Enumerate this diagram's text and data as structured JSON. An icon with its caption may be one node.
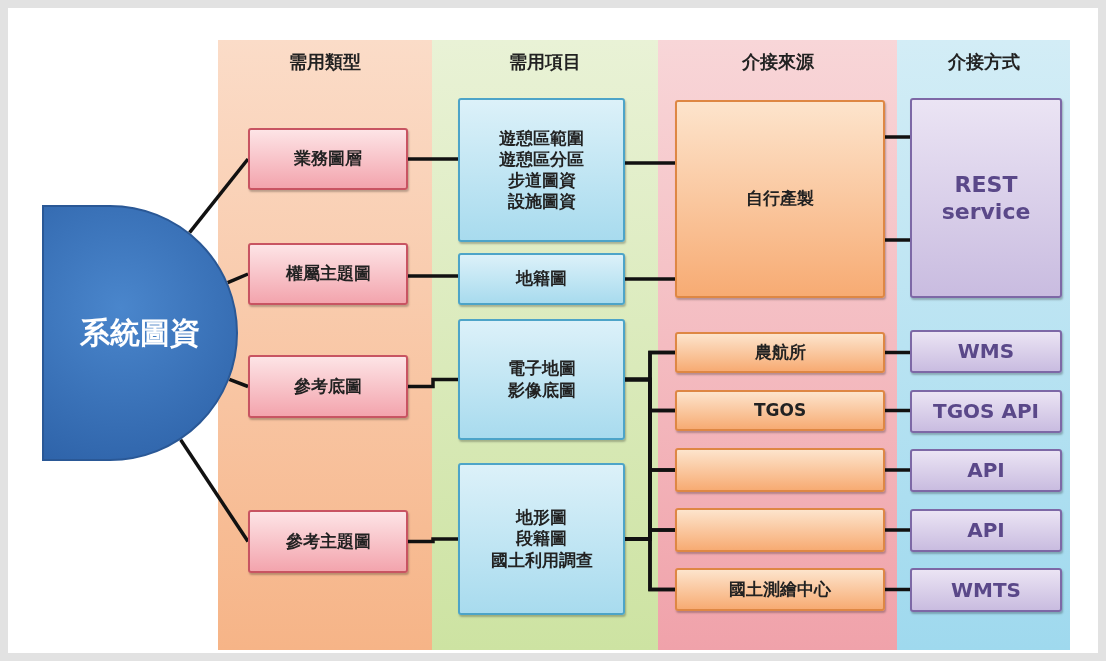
{
  "diagram": {
    "nodes": [
      {
        "text": [
          "系統圖資"
        ]
      },
      {
        "text": [
          "需用類型"
        ]
      },
      {
        "text": [
          "業務圖層"
        ],
        "in": 1
      },
      {
        "text": [
          "權屬主題圖"
        ],
        "in": 1
      },
      {
        "text": [
          "參考底圖"
        ],
        "in": 1
      },
      {
        "text": [
          "參考主題圖"
        ],
        "in": 1
      },
      {
        "text": [
          "需用項目"
        ]
      },
      {
        "text": [
          "遊憩區範圍",
          "遊憩區分區",
          "步道圖資",
          "設施圖資"
        ],
        "in": 6
      },
      {
        "text": [
          "地籍圖"
        ],
        "in": 6
      },
      {
        "text": [
          "電子地圖",
          "影像底圖"
        ],
        "in": 6
      },
      {
        "text": [
          "地形圖",
          "段籍圖",
          "國土利用調查"
        ],
        "in": 6
      },
      {
        "text": [
          "介接來源"
        ]
      },
      {
        "text": [
          "自行產製"
        ],
        "in": 11
      },
      {
        "text": [
          "農航所"
        ],
        "in": 11
      },
      {
        "text": [
          "TGOS"
        ],
        "in": 11
      },
      {
        "text": [],
        "shape": "box",
        "in": 11
      },
      {
        "text": [],
        "shape": "box",
        "in": 11
      },
      {
        "text": [
          "國土測繪中心"
        ],
        "in": 11
      },
      {
        "text": [
          "介接方式"
        ]
      },
      {
        "text": [
          "REST service"
        ],
        "in": 18
      },
      {
        "text": [
          "WMS"
        ],
        "in": 18
      },
      {
        "text": [
          "TGOS API"
        ],
        "in": 18
      },
      {
        "text": [
          "API"
        ],
        "in": 18
      },
      {
        "text": [
          "API"
        ],
        "in": 18
      },
      {
        "text": [
          "WMTS"
        ],
        "in": 18
      }
    ],
    "edges": [
      {
        "from": 0,
        "to": 2,
        "arrow": "none"
      },
      {
        "from": 0,
        "to": 3,
        "arrow": "none"
      },
      {
        "from": 0,
        "to": 4,
        "arrow": "none"
      },
      {
        "from": 0,
        "to": 5,
        "arrow": "none"
      },
      {
        "from": 2,
        "to": 7,
        "arrow": "none"
      },
      {
        "from": 3,
        "to": 8,
        "arrow": "none"
      },
      {
        "from": 4,
        "to": 9,
        "arrow": "none"
      },
      {
        "from": 5,
        "to": 10,
        "arrow": "none"
      },
      {
        "from": 7,
        "to": 12,
        "arrow": "none"
      },
      {
        "from": 8,
        "to": 12,
        "arrow": "none"
      },
      {
        "from": 9,
        "to": 13,
        "arrow": "none"
      },
      {
        "from": 9,
        "to": 14,
        "arrow": "none"
      },
      {
        "from": 9,
        "to": 15,
        "arrow": "none"
      },
      {
        "from": 9,
        "to": 16,
        "arrow": "none"
      },
      {
        "from": 9,
        "to": 17,
        "arrow": "none"
      },
      {
        "from": 10,
        "to": 13,
        "arrow": "none"
      },
      {
        "from": 10,
        "to": 14,
        "arrow": "none"
      },
      {
        "from": 10,
        "to": 15,
        "arrow": "none"
      },
      {
        "from": 10,
        "to": 16,
        "arrow": "none"
      },
      {
        "from": 10,
        "to": 17,
        "arrow": "none"
      },
      {
        "from": 12,
        "to": 19,
        "arrow": "none"
      },
      {
        "from": 12,
        "to": 19,
        "arrow": "none"
      },
      {
        "from": 13,
        "to": 20,
        "arrow": "none"
      },
      {
        "from": 14,
        "to": 21,
        "arrow": "none"
      },
      {
        "from": 15,
        "to": 22,
        "arrow": "none"
      },
      {
        "from": 16,
        "to": 23,
        "arrow": "none"
      },
      {
        "from": 17,
        "to": 24,
        "arrow": "none"
      }
    ]
  }
}
